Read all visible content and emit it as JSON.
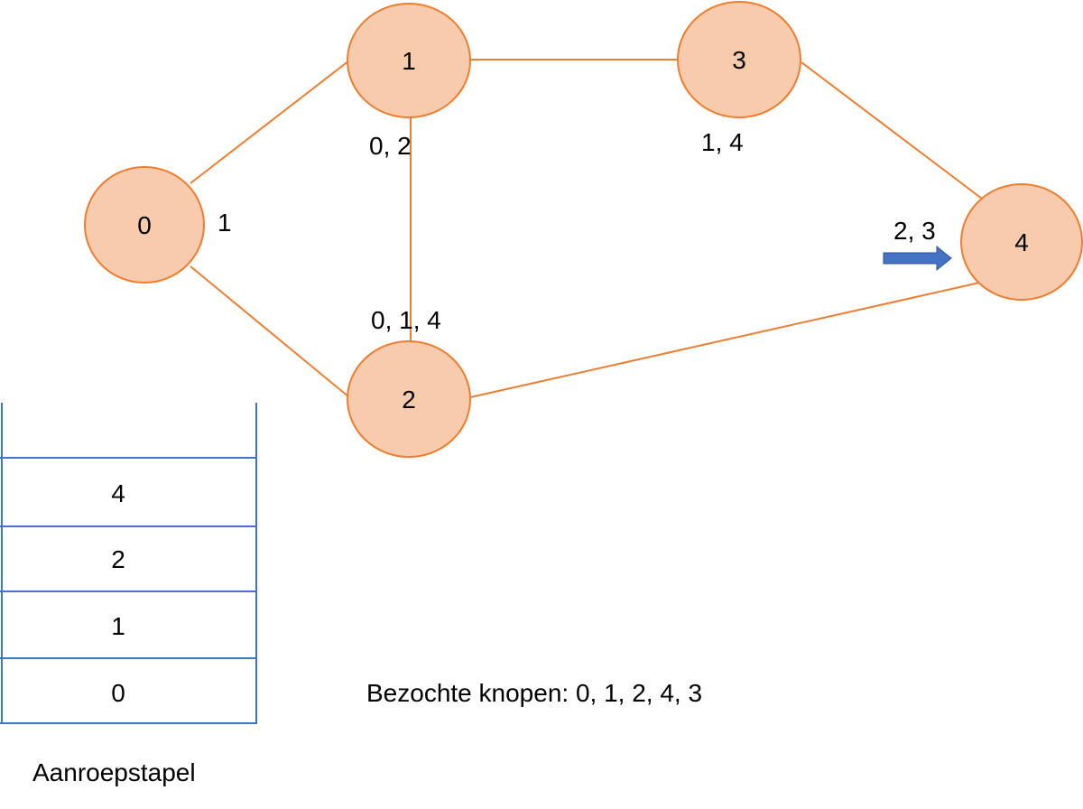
{
  "graph": {
    "nodes": [
      {
        "id": "0",
        "label": "0",
        "adjacency": "1"
      },
      {
        "id": "1",
        "label": "1",
        "adjacency": "0, 2"
      },
      {
        "id": "2",
        "label": "2",
        "adjacency": "0, 1, 4"
      },
      {
        "id": "3",
        "label": "3",
        "adjacency": "1, 4"
      },
      {
        "id": "4",
        "label": "4",
        "adjacency": "2, 3"
      }
    ],
    "edges": [
      [
        "0",
        "1"
      ],
      [
        "0",
        "2"
      ],
      [
        "1",
        "3"
      ],
      [
        "1",
        "2"
      ],
      [
        "3",
        "4"
      ],
      [
        "2",
        "4"
      ]
    ],
    "current_node": "4"
  },
  "stack": {
    "items": [
      "4",
      "2",
      "1",
      "0"
    ],
    "caption": "Aanroepstapel"
  },
  "visited": {
    "text": "Bezochte knopen: 0, 1, 2, 4, 3"
  },
  "colors": {
    "node_fill": "#f8cbad",
    "node_stroke": "#ed7d31",
    "stack_stroke": "#4472c4",
    "pointer_arrow": "#4472c4"
  }
}
